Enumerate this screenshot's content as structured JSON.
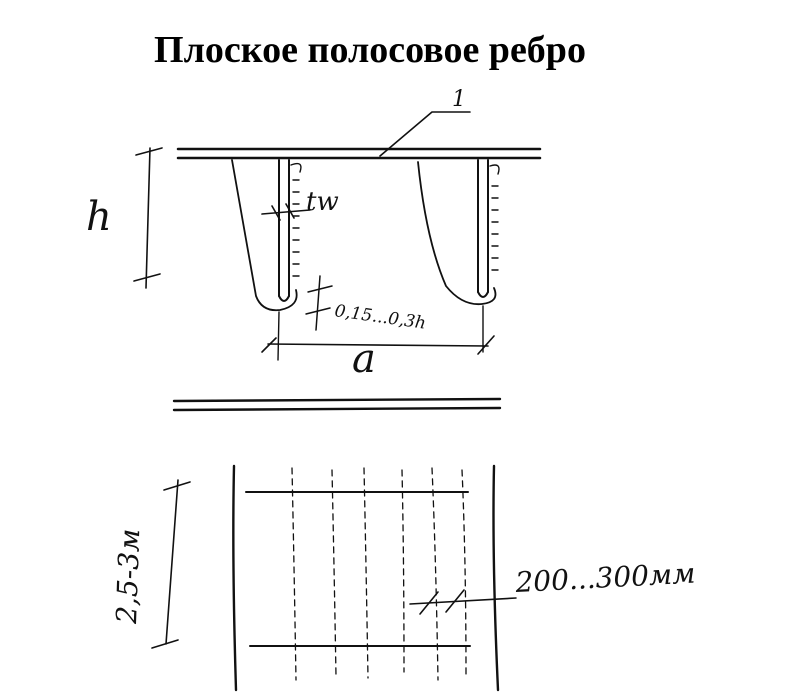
{
  "title": "Плоское полосовое ребро",
  "labels": {
    "callout_1": "1",
    "height": "h",
    "thickness": "tw",
    "gap": "0,15...0,3h",
    "spacing": "a",
    "tie_range": "2,5-3м",
    "rib_step": "200...300мм"
  }
}
